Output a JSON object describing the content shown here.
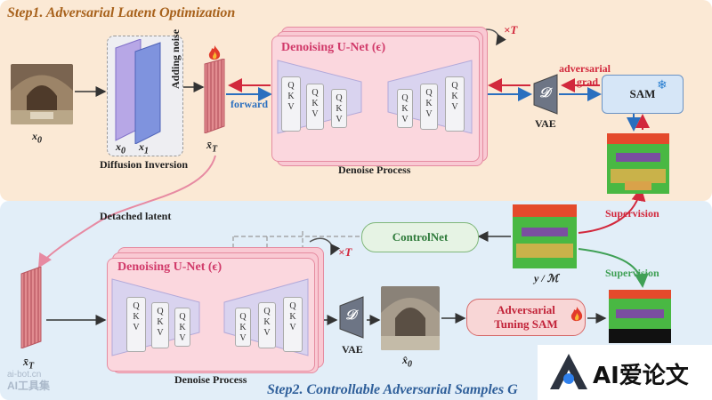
{
  "step1": {
    "title": "Step1. Adversarial Latent Optimization",
    "x0_label": "x",
    "x0_sub": "0",
    "diffusion_inversion": "Diffusion Inversion",
    "x0_small": "x",
    "x0_small_sub": "0",
    "x1_small": "x",
    "x1_small_sub": "1",
    "adding_noise": "Adding noise",
    "xT_label": "x̄",
    "xT_sub": "T",
    "forward": "forward",
    "unet_title": "Denoising U-Net (ϵ)",
    "times_T": "×T",
    "denoise_process": "Denoise Process",
    "vae_symbol": "𝒟",
    "vae": "VAE",
    "adversarial_grad_line1": "adversarial",
    "adversarial_grad_line2": "grad",
    "sam": "SAM",
    "qkv": [
      "Q",
      "K",
      "V"
    ]
  },
  "step2": {
    "title": "Step2. Controllable Adversarial Samples G",
    "detached_latent": "Detached latent",
    "controlnet": "ControlNet",
    "supervision_red": "Supervision",
    "supervision_green": "Supervision",
    "y_m": "y / ℳ",
    "unet_title": "Denoising U-Net (ϵ)",
    "times_T": "×T",
    "denoise_process": "Denoise Process",
    "vae_symbol": "𝒟",
    "vae": "VAE",
    "x0_hat": "x̂",
    "x0_hat_sub": "0",
    "xT_label": "x̄",
    "xT_sub": "T",
    "adv_tuning_line1": "Adversarial",
    "adv_tuning_line2": "Tuning SAM"
  },
  "watermark": {
    "left_line1": "ai-bot.cn",
    "left_line2": "AI工具集",
    "right": "AI爱论文"
  },
  "colors": {
    "red_arrow": "#d2283c",
    "blue_arrow": "#2a6fbf",
    "green_arrow": "#3fa055",
    "pink_curve": "#e78aa2"
  }
}
